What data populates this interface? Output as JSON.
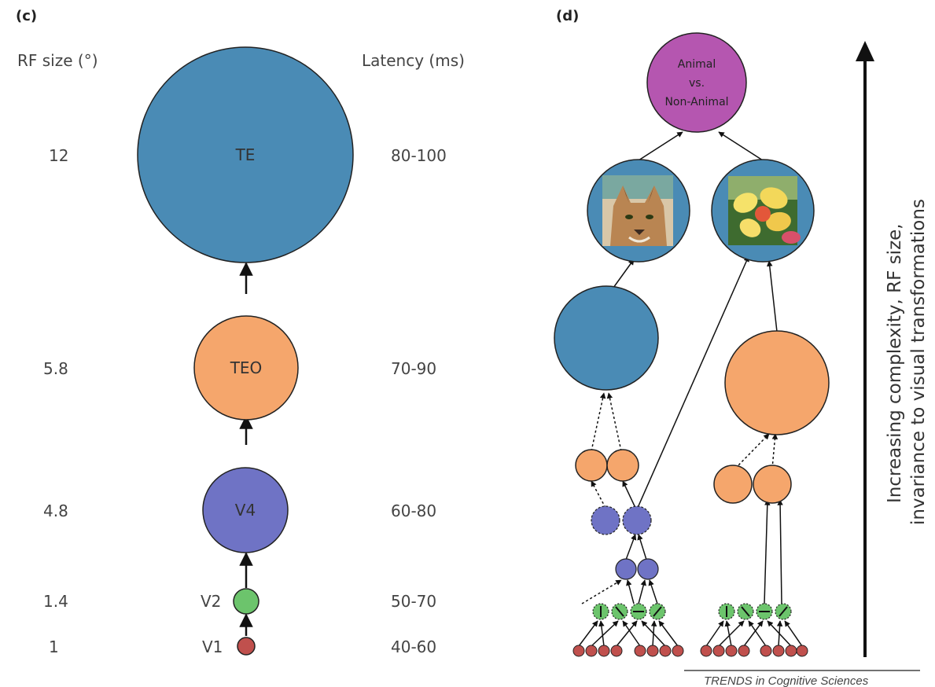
{
  "panel_c": {
    "label": "(c)",
    "rf_header": "RF size (°)",
    "latency_header": "Latency (ms)",
    "areas": [
      {
        "name": "TE",
        "rf": "12",
        "latency": "80-100",
        "color": "#4a8bb5"
      },
      {
        "name": "TEO",
        "rf": "5.8",
        "latency": "70-90",
        "color": "#f5a66c"
      },
      {
        "name": "V4",
        "rf": "4.8",
        "latency": "60-80",
        "color": "#6f73c5"
      },
      {
        "name": "V2",
        "rf": "1.4",
        "latency": "50-70",
        "color": "#6cc46c"
      },
      {
        "name": "V1",
        "rf": "1",
        "latency": "40-60",
        "color": "#c0504d"
      }
    ]
  },
  "panel_d": {
    "label": "(d)",
    "top_node": {
      "line1": "Animal",
      "line2": "vs.",
      "line3": "Non-Animal",
      "color": "#b556b0"
    },
    "image_nodes": [
      {
        "name": "cat",
        "icon": "cat-photo"
      },
      {
        "name": "flower",
        "icon": "flower-photo"
      }
    ],
    "axis_line1": "Increasing complexity, RF size,",
    "axis_line2": "invariance to visual transformations"
  },
  "footer": "TRENDS in Cognitive Sciences"
}
